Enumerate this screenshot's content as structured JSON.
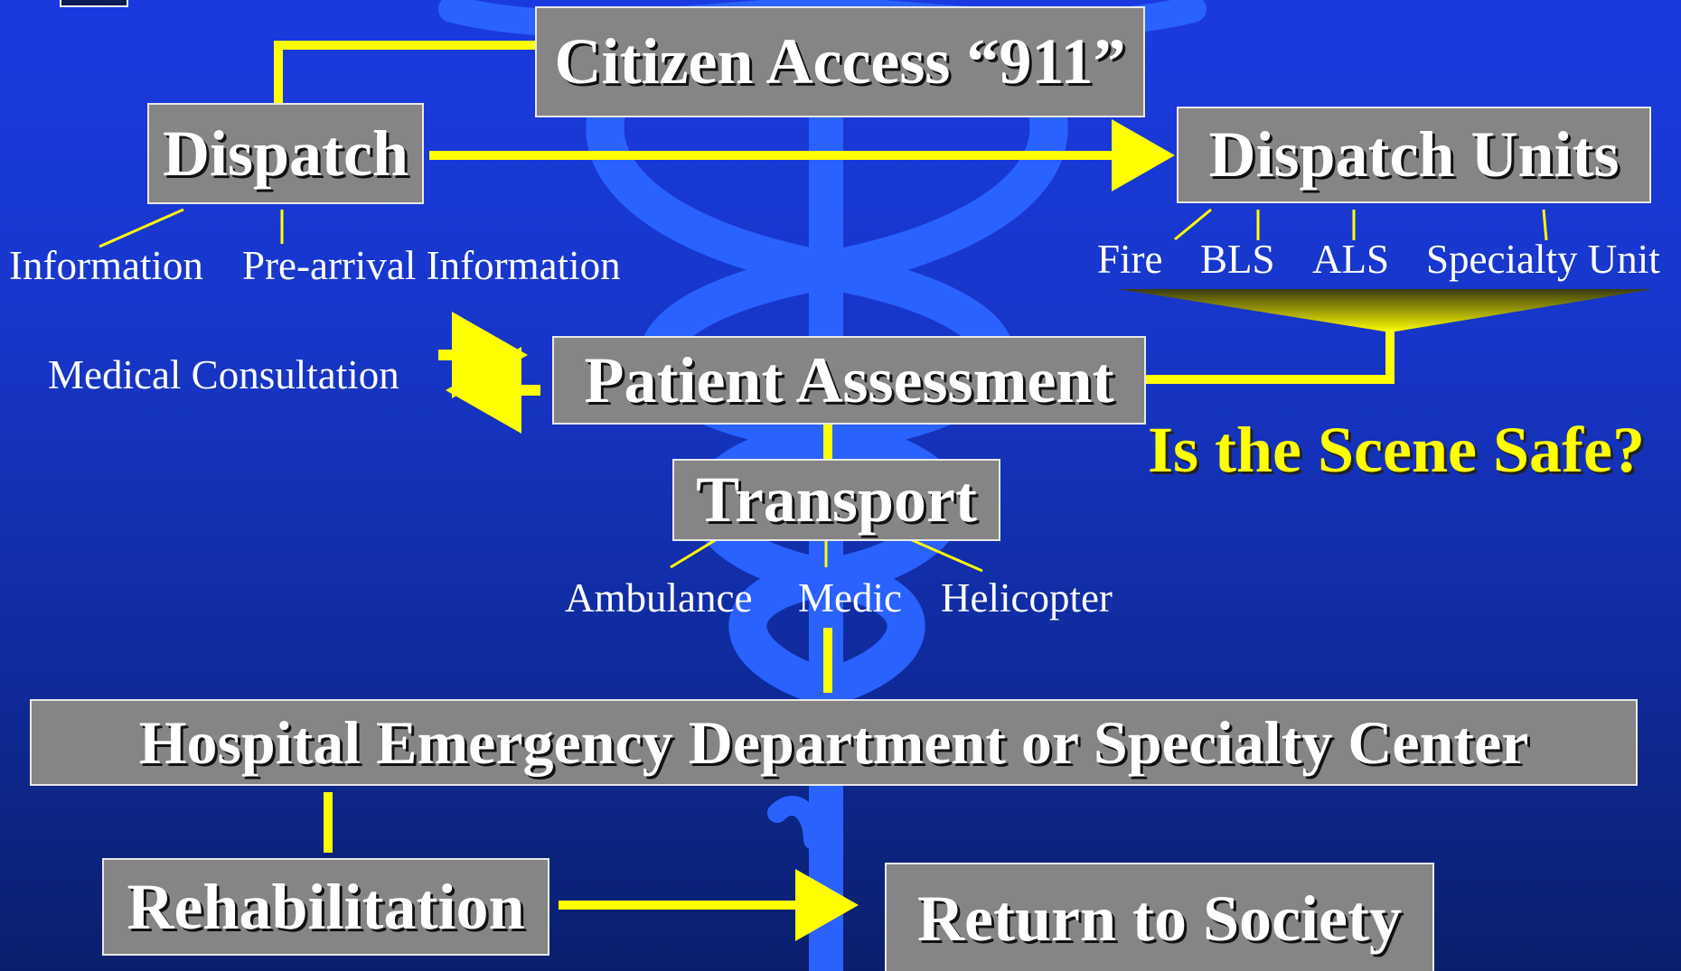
{
  "colors": {
    "background_top": "#1a3ae0",
    "background_bottom": "#0a1f6c",
    "box_fill": "#858585",
    "box_border": "#e8e8e8",
    "connector": "#ffff00",
    "caduceus": "#2a62ff"
  },
  "nodes": {
    "citizen_access": "Citizen Access “911”",
    "dispatch": "Dispatch",
    "dispatch_units": "Dispatch Units",
    "patient_assessment": "Patient Assessment",
    "transport": "Transport",
    "hospital": "Hospital Emergency  Department or Specialty Center",
    "rehabilitation": "Rehabilitation",
    "return_to_society": "Return to Society"
  },
  "dispatch_labels": [
    "Information",
    "Pre-arrival Information"
  ],
  "unit_labels": [
    "Fire",
    "BLS",
    "ALS",
    "Specialty Unit"
  ],
  "transport_labels": [
    "Ambulance",
    "Medic",
    "Helicopter"
  ],
  "medical_consultation": "Medical Consultation",
  "scene_question": "Is the Scene Safe?",
  "background_icon": "caduceus-icon"
}
